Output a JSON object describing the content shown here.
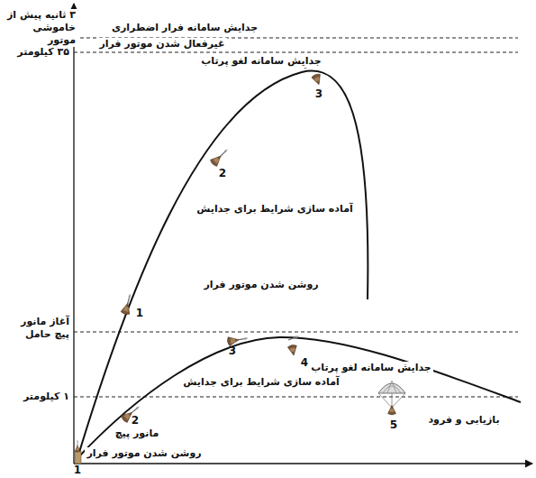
{
  "diagram": {
    "labels": [
      "۳ ثانیه پیش از خاموشی موتور",
      "جدایش سامانه فرار اضطراری",
      "غیرفعال شدن موتور فرار",
      "۳۵ کیلومتر",
      "جدایش سامانه لغو پرتاب",
      "3",
      "2",
      "آماده سازی شرایط برای جدایش",
      "روشن شدن موتور فرار",
      "1",
      "آغاز مانور پیچ حامل",
      "3",
      "4",
      "جدایش سامانه لغو پرتاب",
      "آماده سازی شرایط برای جدایش",
      "۱ کیلومتر",
      "2",
      "5",
      "بازیابی و فرود",
      "مانور پیچ",
      "روشن شدن موتور فرار",
      "1"
    ]
  }
}
